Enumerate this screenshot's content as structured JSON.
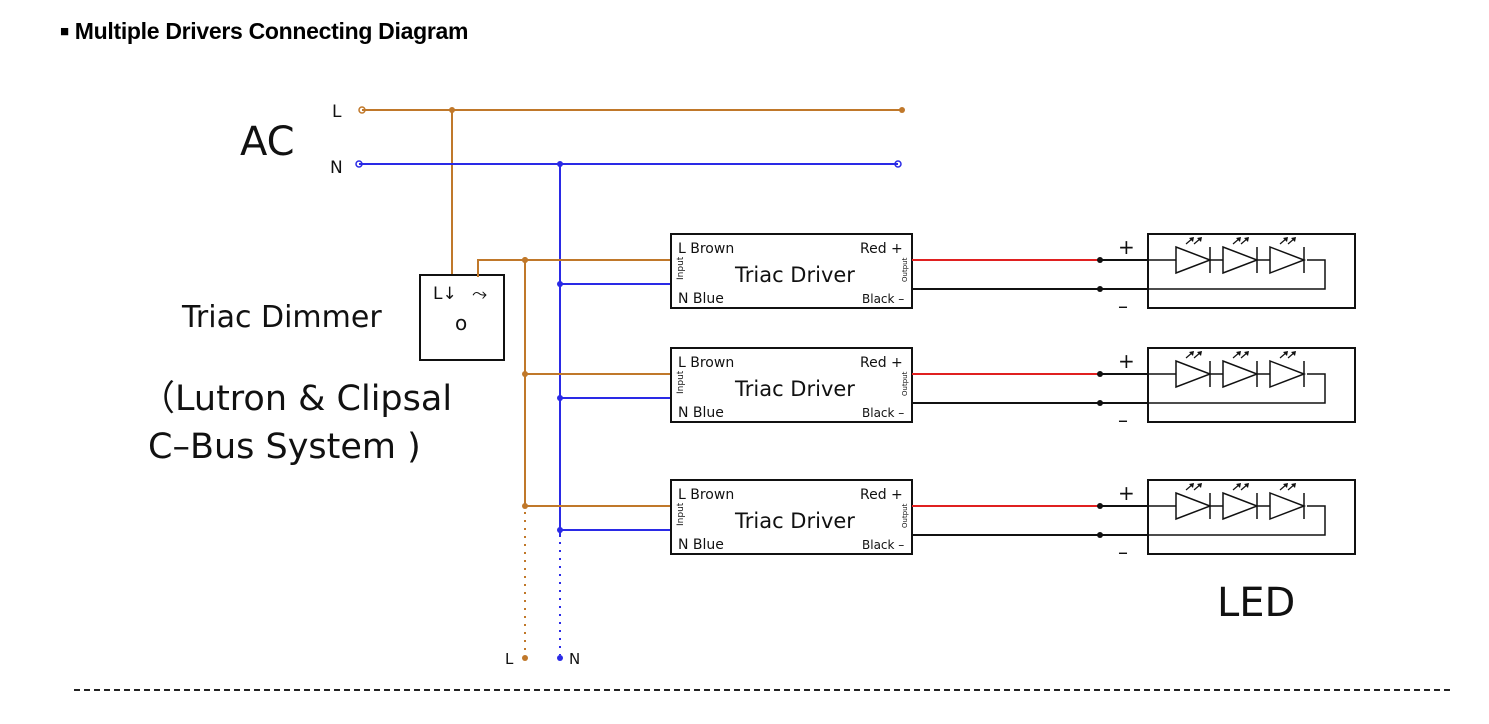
{
  "heading": {
    "bullet": "■",
    "title": "Multiple Drivers Connecting Diagram"
  },
  "ac": {
    "label": "AC",
    "l": "L",
    "n": "N"
  },
  "dimmer": {
    "label": "Triac Dimmer",
    "symbol_l": "L↓",
    "symbol_dim": "⤳",
    "symbol_o": "o",
    "note_line1": "（Lutron & Clipsal",
    "note_line2": "C–Bus System )"
  },
  "drivers": [
    {
      "name": "Triac Driver",
      "l_brown": "L Brown",
      "n_blue": "N Blue",
      "red": "Red +",
      "black": "Black –",
      "input": "Input",
      "output": "Output"
    },
    {
      "name": "Triac Driver",
      "l_brown": "L Brown",
      "n_blue": "N Blue",
      "red": "Red +",
      "black": "Black –",
      "input": "Input",
      "output": "Output"
    },
    {
      "name": "Triac Driver",
      "l_brown": "L Brown",
      "n_blue": "N Blue",
      "red": "Red +",
      "black": "Black –",
      "input": "Input",
      "output": "Output"
    }
  ],
  "led": {
    "label": "LED",
    "plus": "+",
    "minus": "–"
  },
  "bottom": {
    "l": "L",
    "n": "N"
  },
  "colors": {
    "brown": "#c0782a",
    "blue": "#2a2ae6",
    "red": "#e02020",
    "black": "#111111"
  }
}
